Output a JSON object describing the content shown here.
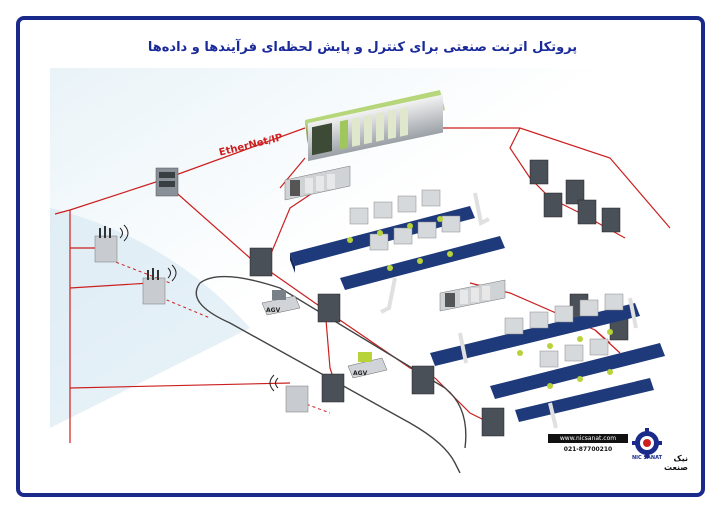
{
  "title": "پروتکل اترنت صنعتی برای کنترل و پایش لحظه‌ای فرآیندها و داده‌ها",
  "network_label": "EtherNet/IP",
  "agv_label": "AGV",
  "logo": {
    "url": "www.nicsanat.com",
    "phone": "021-87700210",
    "name_en": "NIC SANAT",
    "name_fa": "نیک صنعت"
  },
  "colors": {
    "frame": "#1a2a8a",
    "title": "#1a2a9a",
    "network_line": "#cc1f1f",
    "conveyor": "#1f3a7a"
  }
}
